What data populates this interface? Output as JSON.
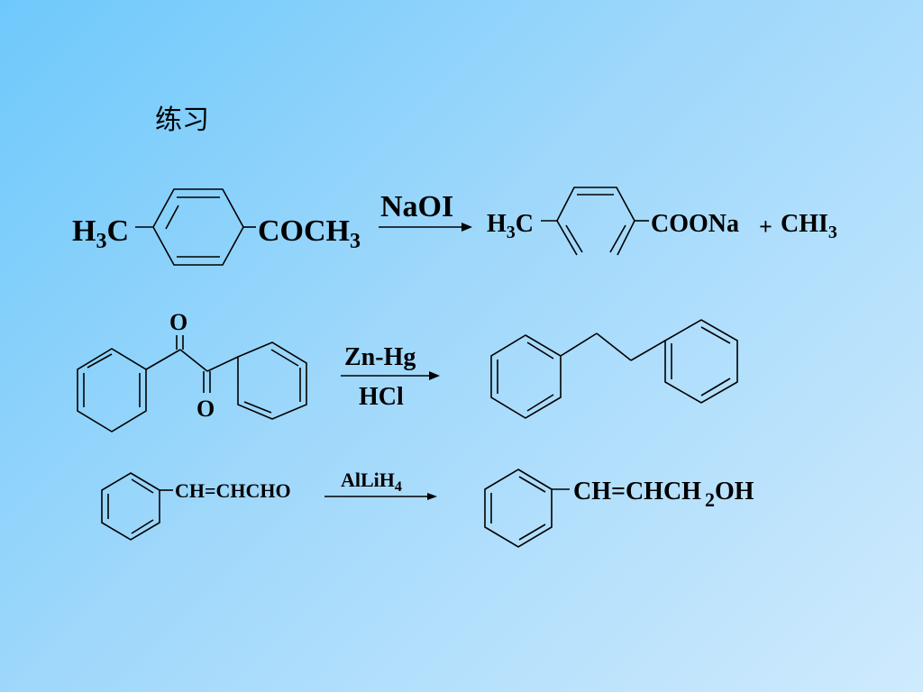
{
  "slide": {
    "title": "练习"
  },
  "reactions": [
    {
      "reactant": {
        "left_prefix": "H",
        "left_sub": "3",
        "left_suffix": "C",
        "right": "COCH",
        "right_sub": "3"
      },
      "reagent_top": "NaOI",
      "reagent_bottom": "",
      "product": {
        "left_prefix": "H",
        "left_sub": "3",
        "left_suffix": "C",
        "right": "COONa",
        "plus": "+",
        "by": "CHI",
        "by_sub": "3"
      }
    },
    {
      "reactant": {
        "o_top": "O",
        "o_bottom": "O"
      },
      "reagent_top": "Zn-Hg",
      "reagent_bottom": "HCl",
      "product": {}
    },
    {
      "reactant": {
        "label": "CH=CHCHO"
      },
      "reagent_top": "AlLiH",
      "reagent_top_sub": "4",
      "reagent_bottom": "",
      "product": {
        "label": "CH=CHCH",
        "label_sub": "2",
        "label_suffix": "OH"
      }
    }
  ]
}
